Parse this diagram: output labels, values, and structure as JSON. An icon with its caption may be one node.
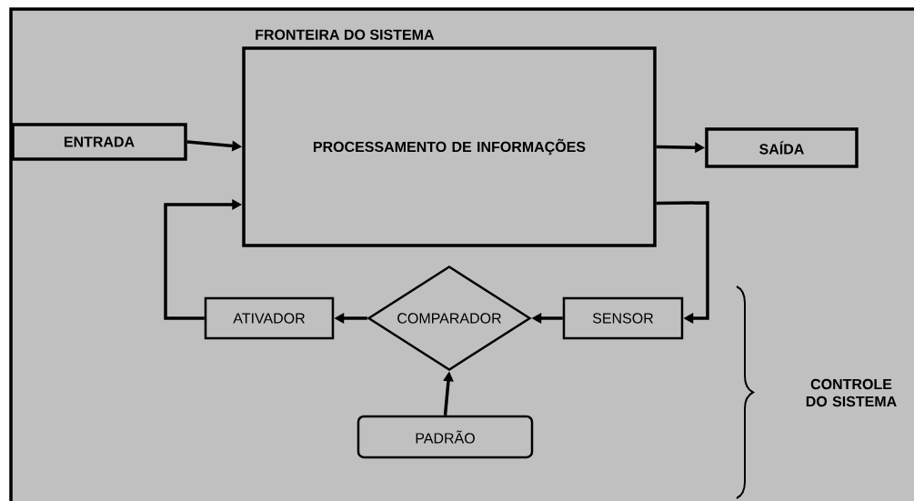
{
  "diagram": {
    "nodes": [
      {
        "text": [
          "ENTRADA"
        ]
      },
      {
        "text": [
          "FRONTEIRA DO SISTEMA",
          "PROCESSAMENTO DE INFORMAÇÕES"
        ]
      },
      {
        "text": [
          "SAÍDA"
        ]
      },
      {
        "text": [
          "ATIVADOR"
        ]
      },
      {
        "text": [
          "COMPARADOR"
        ]
      },
      {
        "text": [
          "SENSOR"
        ]
      },
      {
        "text": [
          "PADRÃO"
        ]
      }
    ],
    "edges": [
      {
        "from": 0,
        "to": 1,
        "arrow": "to"
      },
      {
        "from": 1,
        "to": 2,
        "arrow": "to"
      },
      {
        "from": 1,
        "to": 5,
        "arrow": "to"
      },
      {
        "from": 5,
        "to": 4,
        "arrow": "to"
      },
      {
        "from": 4,
        "to": 3,
        "arrow": "to"
      },
      {
        "from": 3,
        "to": 1,
        "arrow": "to"
      },
      {
        "from": 6,
        "to": 4,
        "arrow": "to"
      }
    ],
    "labels": [
      "CONTROLE DO SISTEMA"
    ]
  }
}
